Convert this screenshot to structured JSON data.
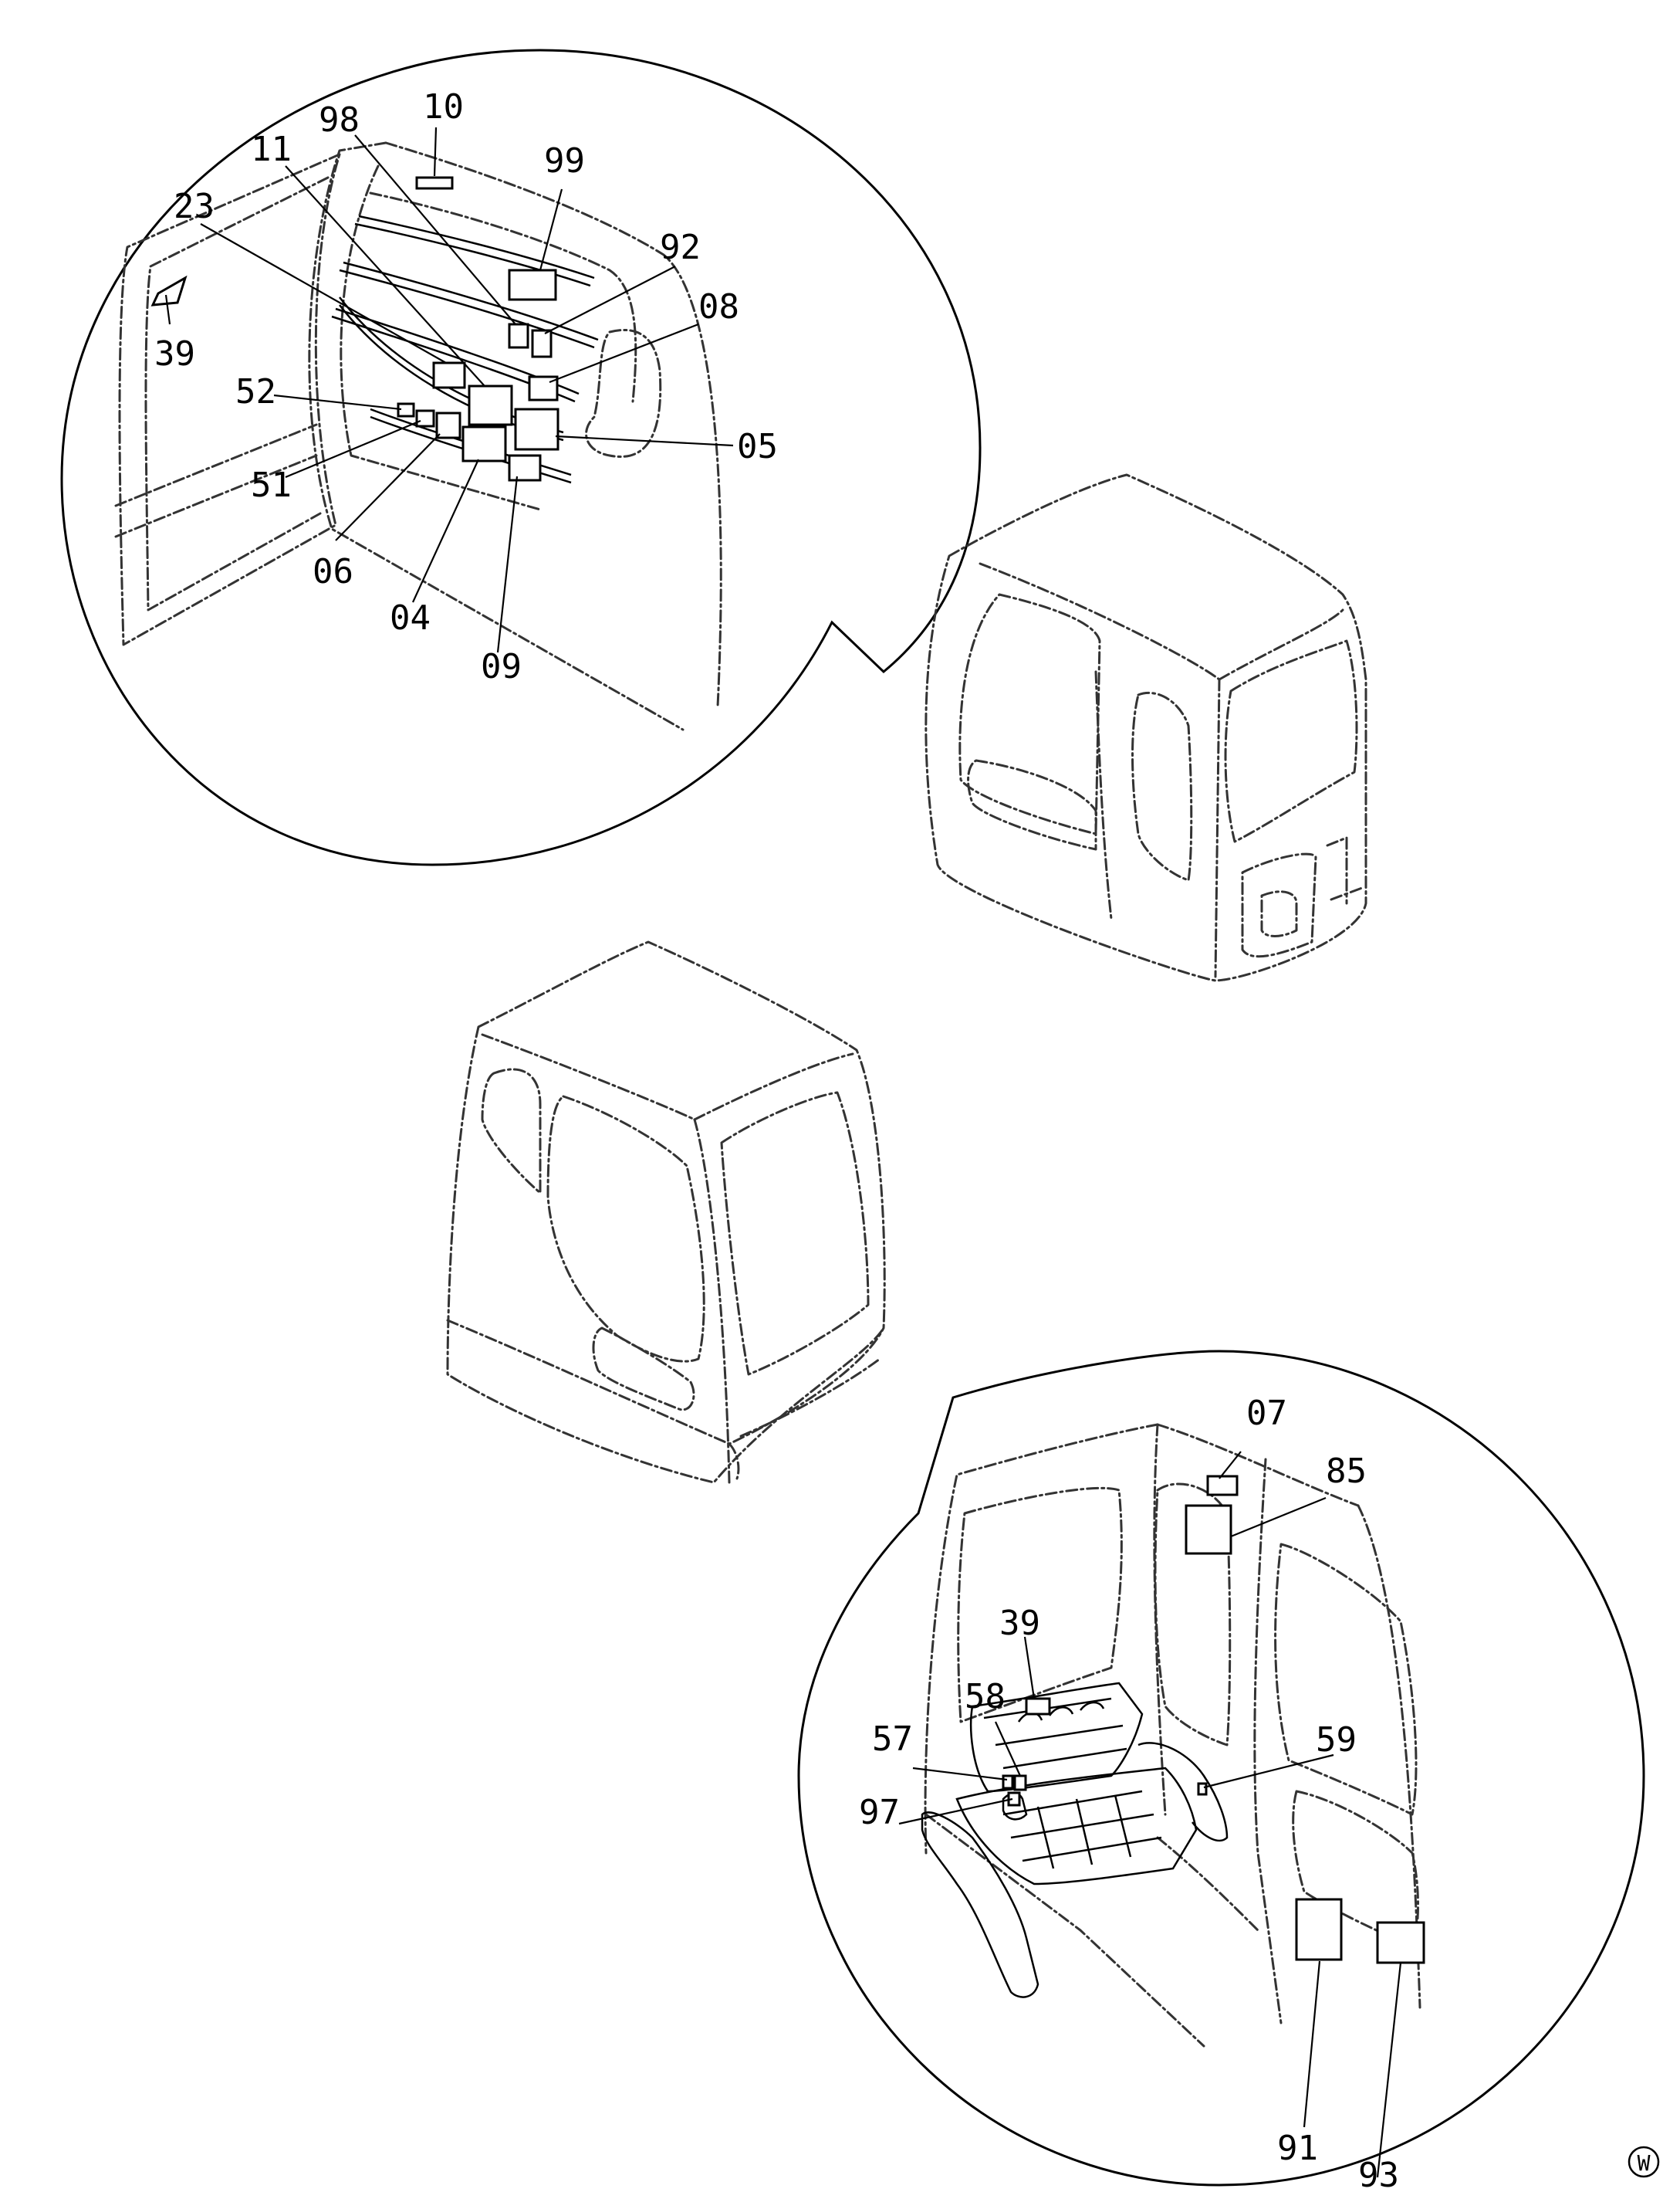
{
  "callouts_top": [
    {
      "id": "c10",
      "text": "10"
    },
    {
      "id": "c98",
      "text": "98"
    },
    {
      "id": "c99",
      "text": "99"
    },
    {
      "id": "c11",
      "text": "11"
    },
    {
      "id": "c23",
      "text": "23"
    },
    {
      "id": "c92",
      "text": "92"
    },
    {
      "id": "c08",
      "text": "08"
    },
    {
      "id": "c39a",
      "text": "39"
    },
    {
      "id": "c52",
      "text": "52"
    },
    {
      "id": "c05",
      "text": "05"
    },
    {
      "id": "c51",
      "text": "51"
    },
    {
      "id": "c06",
      "text": "06"
    },
    {
      "id": "c04",
      "text": "04"
    },
    {
      "id": "c09",
      "text": "09"
    }
  ],
  "callouts_bottom": [
    {
      "id": "c07",
      "text": "07"
    },
    {
      "id": "c85",
      "text": "85"
    },
    {
      "id": "c39b",
      "text": "39"
    },
    {
      "id": "c58",
      "text": "58"
    },
    {
      "id": "c57",
      "text": "57"
    },
    {
      "id": "c59",
      "text": "59"
    },
    {
      "id": "c97",
      "text": "97"
    },
    {
      "id": "c91",
      "text": "91"
    },
    {
      "id": "c93",
      "text": "93"
    }
  ],
  "corner_mark": "W"
}
